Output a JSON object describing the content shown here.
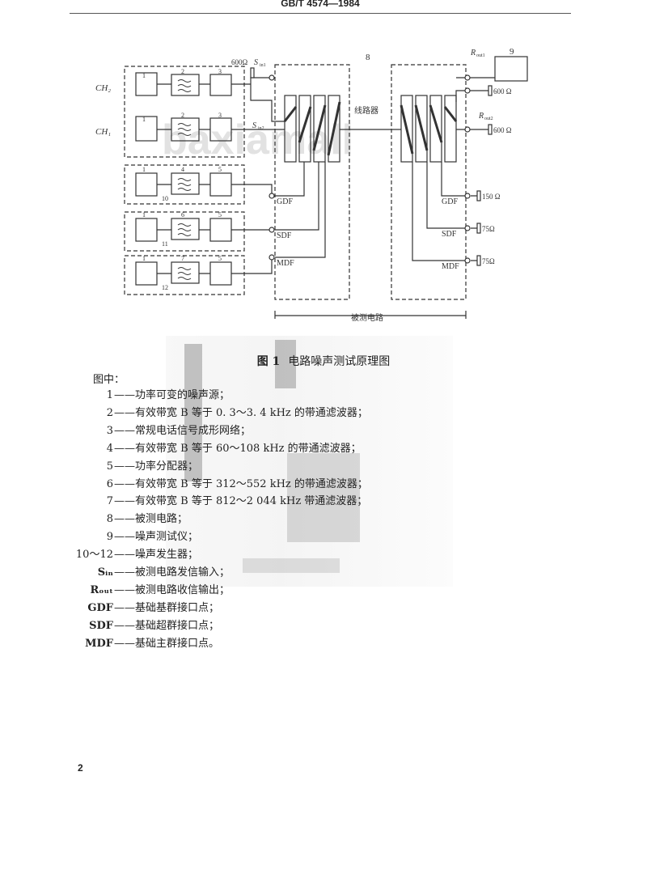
{
  "header": {
    "text": "GB/T  4574—1984"
  },
  "watermark": {
    "text": "baxiamall"
  },
  "diagram": {
    "top_label": "8",
    "device9": "9",
    "line_device": "线路器",
    "bottom_label": "被测电路",
    "ch2": "CH₂",
    "ch1": "CH₁",
    "r600_left": "600Ω",
    "s_in1": "S",
    "s_in1_sub": "in1",
    "s_in2": "S",
    "s_in2_sub": "in2",
    "r_out1": "R",
    "r_out1_sub": "out1",
    "r_out2": "R",
    "r_out2_sub": "out2",
    "r600_right1": "600 Ω",
    "r600_right2": "600 Ω",
    "r150": "150 Ω",
    "r75a": "75Ω",
    "r75b": "75Ω",
    "gdf_left": "GDF",
    "sdf_left": "SDF",
    "mdf_left": "MDF",
    "gdf_right": "GDF",
    "sdf_right": "SDF",
    "mdf_right": "MDF",
    "b_ch2_1": "1",
    "b_ch2_2": "2",
    "b_ch2_3": "3",
    "b_ch1_1": "1",
    "b_ch1_2": "2",
    "b_ch1_3": "3",
    "b_g_1": "1",
    "b_g_4": "4",
    "b_g_5": "5",
    "b_g_grp": "10",
    "b_s_1": "1",
    "b_s_6": "6",
    "b_s_5": "5",
    "b_s_grp": "11",
    "b_m_1": "1",
    "b_m_7": "7",
    "b_m_5": "5",
    "b_m_grp": "12"
  },
  "caption": {
    "number": "图 1",
    "title": "电路噪声测试原理图"
  },
  "legend": {
    "intro": "图中：",
    "items": [
      {
        "key": "1",
        "desc": "——功率可变的噪声源；"
      },
      {
        "key": "2",
        "desc": "——有效带宽 B 等于 0. 3～3. 4 kHz 的带通滤波器；"
      },
      {
        "key": "3",
        "desc": "——常规电话信号成形网络；"
      },
      {
        "key": "4",
        "desc": "——有效带宽 B 等于 60～108 kHz 的带通滤波器；"
      },
      {
        "key": "5",
        "desc": "——功率分配器；"
      },
      {
        "key": "6",
        "desc": "——有效带宽 B 等于 312～552 kHz 的带通滤波器；"
      },
      {
        "key": "7",
        "desc": "——有效带宽 B 等于 812～2 044 kHz 带通滤波器；"
      },
      {
        "key": "8",
        "desc": "——被测电路；"
      },
      {
        "key": "9",
        "desc": "——噪声测试仪；"
      },
      {
        "key": "10～12",
        "desc": "——噪声发生器；"
      },
      {
        "key": "Sᵢₙ",
        "desc": "——被测电路发信输入；"
      },
      {
        "key": "Rₒᵤₜ",
        "desc": "——被测电路收信输出；"
      },
      {
        "key": "GDF",
        "desc": "——基础基群接口点；"
      },
      {
        "key": "SDF",
        "desc": "——基础超群接口点；"
      },
      {
        "key": "MDF",
        "desc": "——基础主群接口点。"
      }
    ]
  },
  "page_number": "2"
}
